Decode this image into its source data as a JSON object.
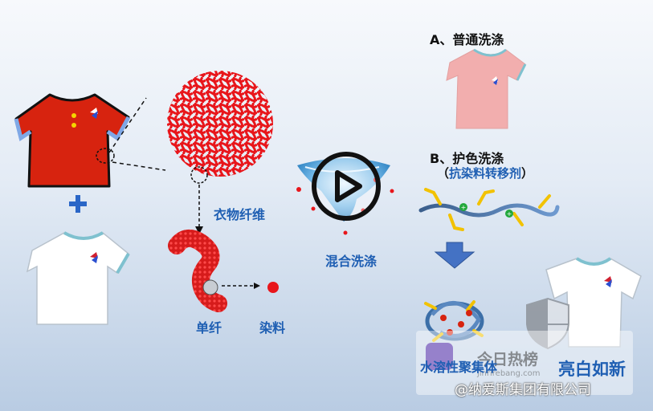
{
  "labels": {
    "fabric_fiber": "衣物纤维",
    "single_fiber": "单纤",
    "dye": "染料",
    "mixed_wash": "混合洗涤",
    "option_a": "A、普通洗涤",
    "option_b": "B、护色洗涤",
    "option_b_sub_open": "（",
    "option_b_sub": "抗染料转移剂",
    "option_b_sub_close": "）",
    "polymer_result": "水溶性聚集体",
    "bright_white": "亮白如新"
  },
  "watermark": {
    "title": "今日热榜",
    "url": "jinrirebang.com",
    "credit": "@纳爱斯集团有限公司"
  },
  "colors": {
    "red_shirt": "#d7230f",
    "pink_shirt": "#f2aeae",
    "white_shirt": "#ffffff",
    "sleeve_trim": "#7fa8e6",
    "fiber_red": "#e8161b",
    "accent_blue": "#1f5fb3",
    "arrow_blue": "#4472c4",
    "polymer_chain": "#3c6fa8",
    "polymer_branch": "#f2c200",
    "plus_badge": "#23a83c"
  },
  "icons": {
    "plus": "plus-icon",
    "down_arrow": "down-arrow-icon",
    "play": "play-icon",
    "shield": "shield-watermark-icon"
  }
}
